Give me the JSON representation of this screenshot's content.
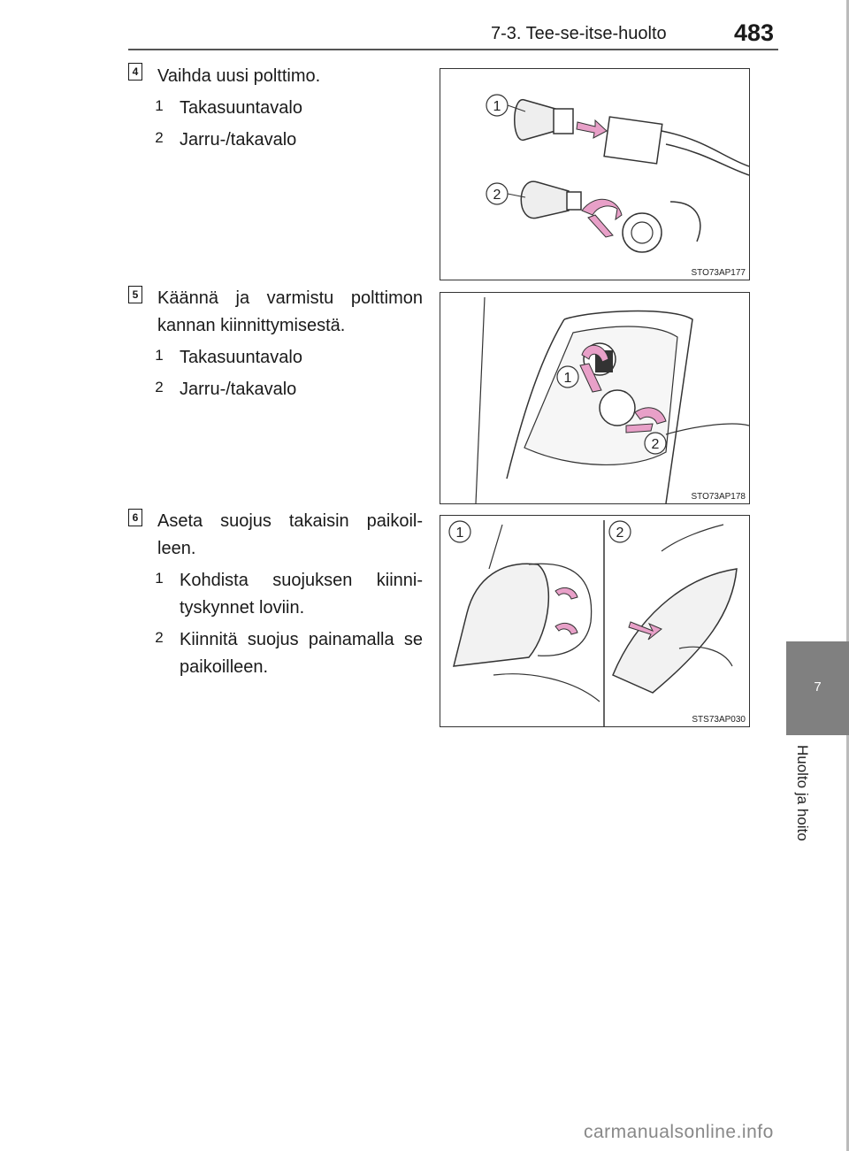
{
  "header": {
    "section": "7-3. Tee-se-itse-huolto",
    "page_number": "483"
  },
  "side_tab": {
    "chapter_number": "7",
    "chapter_title": "Huolto ja hoito"
  },
  "steps": [
    {
      "number": "4",
      "text": "Vaihda uusi polttimo.",
      "items": [
        {
          "marker": "1",
          "text": "Takasuuntavalo"
        },
        {
          "marker": "2",
          "text": "Jarru-/takavalo"
        }
      ],
      "figure": {
        "code": "STO73AP177",
        "callouts": [
          "1",
          "2"
        ]
      }
    },
    {
      "number": "5",
      "text": "Käännä ja varmistu polttimon kannan kiinnittymisestä.",
      "items": [
        {
          "marker": "1",
          "text": "Takasuuntavalo"
        },
        {
          "marker": "2",
          "text": "Jarru-/takavalo"
        }
      ],
      "figure": {
        "code": "STO73AP178",
        "callouts": [
          "1",
          "2"
        ]
      }
    },
    {
      "number": "6",
      "text": "Aseta suojus takaisin paikoil-leen.",
      "items": [
        {
          "marker": "1",
          "text": "Kohdista suojuksen kiinni-tyskynnet loviin."
        },
        {
          "marker": "2",
          "text": "Kiinnitä suojus painamalla se paikoilleen."
        }
      ],
      "figure": {
        "code": "STS73AP030",
        "callouts": [
          "1",
          "2"
        ]
      }
    }
  ],
  "colors": {
    "accent_arrow": "#e8a0c8",
    "tab_gray": "#808080"
  },
  "watermark": "carmanualsonline.info"
}
